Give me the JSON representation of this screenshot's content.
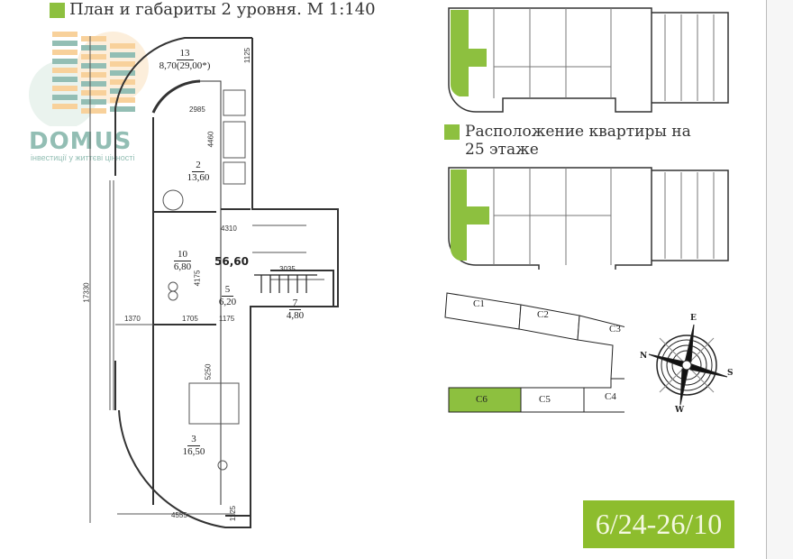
{
  "plan_title": "План и габариты 2 уровня. М 1:140",
  "location_title_line1": "Расположение квартиры на",
  "location_title_line2": "25 этаже",
  "logo": {
    "word": "DOMUS",
    "tagline": "інвестиції у життєві цінності"
  },
  "rooms": [
    {
      "number": "13",
      "area": "8,70(29,00*)"
    },
    {
      "number": "2",
      "area": "13,60"
    },
    {
      "number": "10",
      "area": "6,80"
    },
    {
      "number": "5",
      "area": "6,20"
    },
    {
      "number": "7",
      "area": "4,80"
    },
    {
      "number": "3",
      "area": "16,50"
    }
  ],
  "total_area": "56,60",
  "dimensions": {
    "d1125_top": "1125",
    "d2985": "2985",
    "d4460": "4460",
    "d4310": "4310",
    "d4175": "4175",
    "d3035": "3035",
    "d1370": "1370",
    "d1705": "1705",
    "d1175": "1175",
    "d5250": "5250",
    "d4555": "4555",
    "d1125_bottom": "1125",
    "d17330": "17330"
  },
  "sections": [
    "C1",
    "C2",
    "C3",
    "C4",
    "C5",
    "C6"
  ],
  "highlighted_section": "C6",
  "compass": {
    "n": "N",
    "e": "E",
    "s": "S",
    "w": "W"
  },
  "apartment_code": "6/24-26/10",
  "colors": {
    "accent": "#8dc03f",
    "badge": "#8dbd2d"
  }
}
